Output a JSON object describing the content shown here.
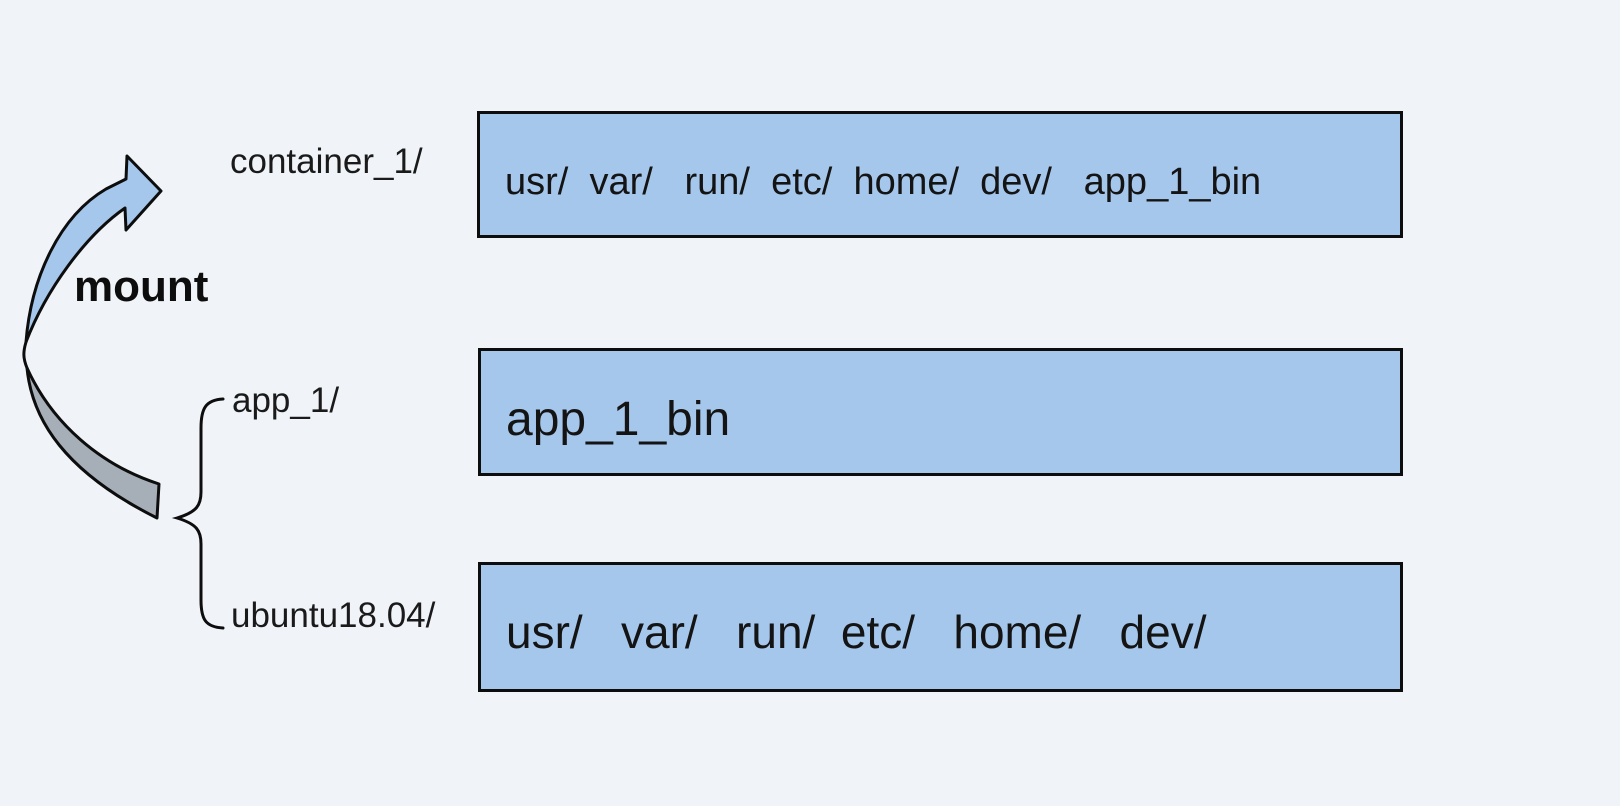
{
  "diagram": {
    "mount_label": "mount",
    "rows": [
      {
        "label": "container_1/",
        "contents": "usr/  var/   run/  etc/  home/  dev/   app_1_bin"
      },
      {
        "label": "app_1/",
        "contents": "app_1_bin"
      },
      {
        "label": "ubuntu18.04/",
        "contents": "usr/   var/   run/  etc/   home/   dev/"
      }
    ],
    "colors": {
      "background": "#f0f4f9",
      "box_fill": "#a6c7ec",
      "arrow_blue": "#a6c7ec",
      "arrow_gray": "#a6aeb8",
      "outline": "#0d0d0d"
    }
  }
}
